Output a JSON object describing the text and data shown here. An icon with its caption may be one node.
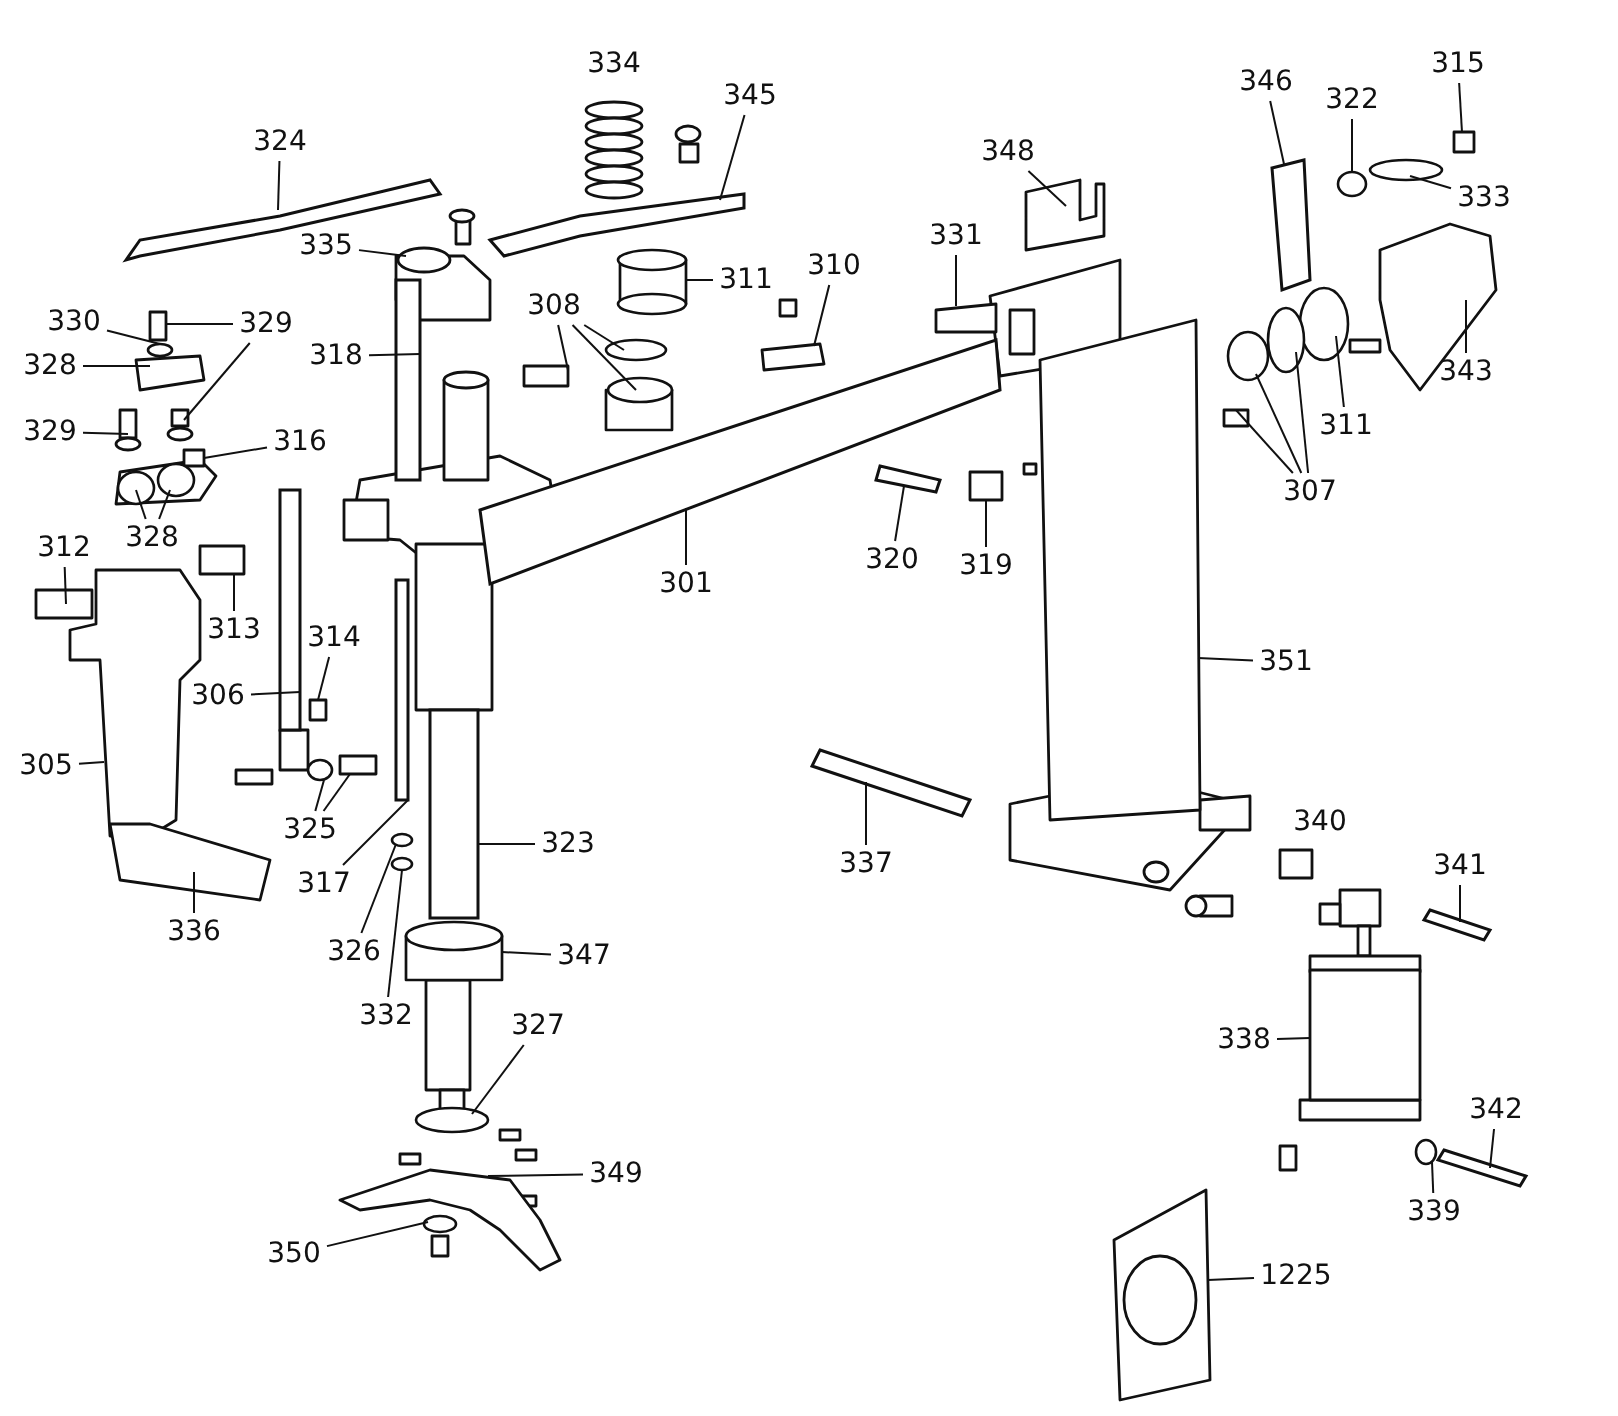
{
  "diagram": {
    "nodes": [
      {
        "text": [
          "334"
        ]
      },
      {
        "text": [
          "315"
        ]
      },
      {
        "text": [
          "346"
        ]
      },
      {
        "text": [
          "345"
        ]
      },
      {
        "text": [
          "322"
        ]
      },
      {
        "text": [
          "324"
        ]
      },
      {
        "text": [
          "348"
        ]
      },
      {
        "text": [
          "333"
        ]
      },
      {
        "text": [
          "331"
        ]
      },
      {
        "text": [
          "335"
        ]
      },
      {
        "text": [
          "310"
        ]
      },
      {
        "text": [
          "311"
        ]
      },
      {
        "text": [
          "308"
        ]
      },
      {
        "text": [
          "330"
        ]
      },
      {
        "text": [
          "329"
        ]
      },
      {
        "text": [
          "318"
        ]
      },
      {
        "text": [
          "328"
        ]
      },
      {
        "text": [
          "343"
        ]
      },
      {
        "text": [
          "311"
        ]
      },
      {
        "text": [
          "329"
        ]
      },
      {
        "text": [
          "316"
        ]
      },
      {
        "text": [
          "307"
        ]
      },
      {
        "text": [
          "328"
        ]
      },
      {
        "text": [
          "312"
        ]
      },
      {
        "text": [
          "320"
        ]
      },
      {
        "text": [
          "319"
        ]
      },
      {
        "text": [
          "301"
        ]
      },
      {
        "text": [
          "313"
        ]
      },
      {
        "text": [
          "314"
        ]
      },
      {
        "text": [
          "351"
        ]
      },
      {
        "text": [
          "306"
        ]
      },
      {
        "text": [
          "305"
        ]
      },
      {
        "text": [
          "340"
        ]
      },
      {
        "text": [
          "325"
        ]
      },
      {
        "text": [
          "323"
        ]
      },
      {
        "text": [
          "337"
        ]
      },
      {
        "text": [
          "341"
        ]
      },
      {
        "text": [
          "317"
        ]
      },
      {
        "text": [
          "336"
        ]
      },
      {
        "text": [
          "326"
        ]
      },
      {
        "text": [
          "347"
        ]
      },
      {
        "text": [
          "332"
        ]
      },
      {
        "text": [
          "327"
        ]
      },
      {
        "text": [
          "338"
        ]
      },
      {
        "text": [
          "342"
        ]
      },
      {
        "text": [
          "349"
        ]
      },
      {
        "text": [
          "339"
        ]
      },
      {
        "text": [
          "350"
        ]
      },
      {
        "text": [
          "1225"
        ]
      },
      {
        "text": [],
        "shape": "bar"
      },
      {
        "text": [],
        "shape": "bar"
      },
      {
        "text": [],
        "shape": "box"
      },
      {
        "text": [],
        "shape": "cylinder"
      },
      {
        "text": [],
        "shape": "circle"
      },
      {
        "text": [],
        "shape": "cylinder"
      },
      {
        "text": [],
        "shape": "box"
      },
      {
        "text": [],
        "shape": "circle"
      },
      {
        "text": [],
        "shape": "box"
      },
      {
        "text": [],
        "shape": "box"
      },
      {
        "text": [],
        "shape": "box"
      },
      {
        "text": [],
        "shape": "box"
      },
      {
        "text": [],
        "shape": "box"
      },
      {
        "text": [],
        "shape": "circle"
      },
      {
        "text": [],
        "shape": "circle"
      },
      {
        "text": [],
        "shape": "box"
      },
      {
        "text": [],
        "shape": "box"
      },
      {
        "text": [],
        "shape": "box"
      },
      {
        "text": [],
        "shape": "bar"
      },
      {
        "text": [],
        "shape": "bar"
      },
      {
        "text": [],
        "shape": "bar"
      },
      {
        "text": [],
        "shape": "circle"
      },
      {
        "text": [],
        "shape": "box"
      },
      {
        "text": [],
        "shape": "circle"
      },
      {
        "text": [],
        "shape": "box"
      },
      {
        "text": [],
        "shape": "box"
      },
      {
        "text": [],
        "shape": "box"
      },
      {
        "text": [],
        "shape": "box"
      },
      {
        "text": [],
        "shape": "circle"
      },
      {
        "text": [],
        "shape": "circle"
      },
      {
        "text": [],
        "shape": "circle"
      },
      {
        "text": [],
        "shape": "box"
      },
      {
        "text": [],
        "shape": "bar"
      },
      {
        "text": [],
        "shape": "box"
      },
      {
        "text": [],
        "shape": "box"
      },
      {
        "text": [],
        "shape": "box"
      },
      {
        "text": [],
        "shape": "bar"
      },
      {
        "text": [],
        "shape": "circle"
      },
      {
        "text": [],
        "shape": "box"
      },
      {
        "text": [],
        "shape": "box"
      },
      {
        "text": [],
        "shape": "bar"
      },
      {
        "text": [],
        "shape": "bar"
      },
      {
        "text": [],
        "shape": "circle"
      },
      {
        "text": [],
        "shape": "circle"
      },
      {
        "text": [],
        "shape": "cylinder"
      },
      {
        "text": [],
        "shape": "circle"
      },
      {
        "text": [],
        "shape": "box"
      },
      {
        "text": [],
        "shape": "circle"
      },
      {
        "text": [],
        "shape": "bar"
      },
      {
        "text": [],
        "shape": "bar"
      },
      {
        "text": [],
        "shape": "box"
      },
      {
        "text": [],
        "shape": "bar"
      },
      {
        "text": [],
        "shape": "circle"
      },
      {
        "text": [],
        "shape": "box"
      }
    ],
    "edges": [
      {
        "from": 3,
        "to": 49,
        "arrow": "none"
      },
      {
        "from": 5,
        "to": 50,
        "arrow": "none"
      },
      {
        "from": 9,
        "to": 51,
        "arrow": "none"
      },
      {
        "from": 11,
        "to": 52,
        "arrow": "none"
      },
      {
        "from": 12,
        "to": 53,
        "arrow": "none"
      },
      {
        "from": 12,
        "to": 54,
        "arrow": "none"
      },
      {
        "from": 12,
        "to": 55,
        "arrow": "none"
      },
      {
        "from": 13,
        "to": 56,
        "arrow": "none"
      },
      {
        "from": 14,
        "to": 57,
        "arrow": "none"
      },
      {
        "from": 14,
        "to": 58,
        "arrow": "none"
      },
      {
        "from": 16,
        "to": 59,
        "arrow": "none"
      },
      {
        "from": 19,
        "to": 60,
        "arrow": "none"
      },
      {
        "from": 20,
        "to": 61,
        "arrow": "none"
      },
      {
        "from": 22,
        "to": 62,
        "arrow": "none"
      },
      {
        "from": 22,
        "to": 63,
        "arrow": "none"
      },
      {
        "from": 23,
        "to": 64,
        "arrow": "none"
      },
      {
        "from": 27,
        "to": 65,
        "arrow": "none"
      },
      {
        "from": 28,
        "to": 66,
        "arrow": "none"
      },
      {
        "from": 26,
        "to": 67,
        "arrow": "none"
      },
      {
        "from": 15,
        "to": 68,
        "arrow": "none"
      },
      {
        "from": 2,
        "to": 69,
        "arrow": "none"
      },
      {
        "from": 4,
        "to": 70,
        "arrow": "none"
      },
      {
        "from": 1,
        "to": 71,
        "arrow": "none"
      },
      {
        "from": 7,
        "to": 72,
        "arrow": "none"
      },
      {
        "from": 6,
        "to": 73,
        "arrow": "none"
      },
      {
        "from": 8,
        "to": 74,
        "arrow": "none"
      },
      {
        "from": 10,
        "to": 75,
        "arrow": "none"
      },
      {
        "from": 17,
        "to": 76,
        "arrow": "none"
      },
      {
        "from": 18,
        "to": 77,
        "arrow": "none"
      },
      {
        "from": 21,
        "to": 78,
        "arrow": "none"
      },
      {
        "from": 21,
        "to": 79,
        "arrow": "none"
      },
      {
        "from": 21,
        "to": 80,
        "arrow": "none"
      },
      {
        "from": 24,
        "to": 81,
        "arrow": "none"
      },
      {
        "from": 25,
        "to": 82,
        "arrow": "none"
      },
      {
        "from": 29,
        "to": 83,
        "arrow": "none"
      },
      {
        "from": 31,
        "to": 84,
        "arrow": "none"
      },
      {
        "from": 30,
        "to": 85,
        "arrow": "none"
      },
      {
        "from": 33,
        "to": 86,
        "arrow": "none"
      },
      {
        "from": 33,
        "to": 87,
        "arrow": "none"
      },
      {
        "from": 38,
        "to": 88,
        "arrow": "none"
      },
      {
        "from": 37,
        "to": 89,
        "arrow": "none"
      },
      {
        "from": 34,
        "to": 90,
        "arrow": "none"
      },
      {
        "from": 39,
        "to": 91,
        "arrow": "none"
      },
      {
        "from": 41,
        "to": 92,
        "arrow": "none"
      },
      {
        "from": 40,
        "to": 93,
        "arrow": "none"
      },
      {
        "from": 42,
        "to": 94,
        "arrow": "none"
      },
      {
        "from": 45,
        "to": 95,
        "arrow": "none"
      },
      {
        "from": 47,
        "to": 96,
        "arrow": "none"
      },
      {
        "from": 35,
        "to": 97,
        "arrow": "none"
      },
      {
        "from": 36,
        "to": 98,
        "arrow": "none"
      },
      {
        "from": 43,
        "to": 99,
        "arrow": "none"
      },
      {
        "from": 44,
        "to": 100,
        "arrow": "none"
      },
      {
        "from": 46,
        "to": 101,
        "arrow": "none"
      },
      {
        "from": 48,
        "to": 102,
        "arrow": "none"
      }
    ]
  }
}
